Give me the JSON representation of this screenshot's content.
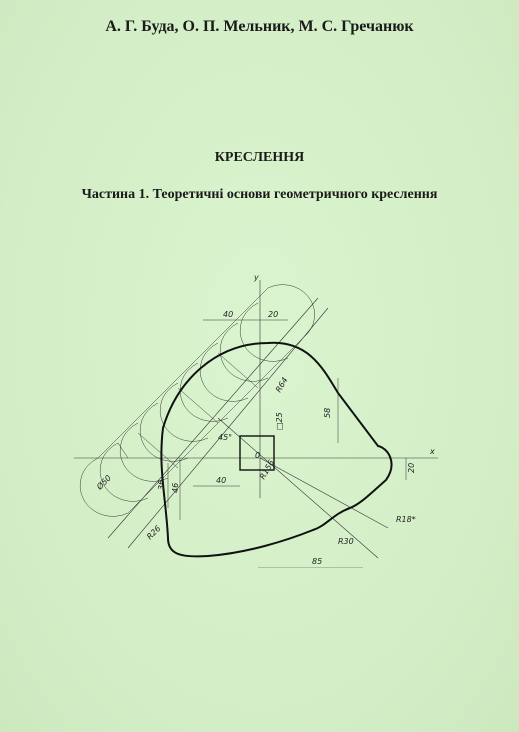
{
  "authors": "А. Г. Буда, О. П. Мельник, М. С. Гречанюк",
  "title": "КРЕСЛЕННЯ",
  "subtitle": "Частина 1. Теоретичні основи геометричного креслення",
  "drawing": {
    "dims": {
      "d40top": "40",
      "d20top": "20",
      "r64": "R64",
      "d58": "58",
      "sq25": "□25",
      "ang45": "45°",
      "zero": "0",
      "d40": "40",
      "r156": "R156",
      "d20right": "20",
      "d50": "Ø50",
      "d36": "36",
      "d46": "46",
      "r26": "R26",
      "r30": "R30",
      "r18": "R18*",
      "d85": "85",
      "axisY": "y",
      "axisX": "x"
    }
  },
  "colors": {
    "background": "#d5f0c9",
    "ink": "#1a1a1a"
  }
}
